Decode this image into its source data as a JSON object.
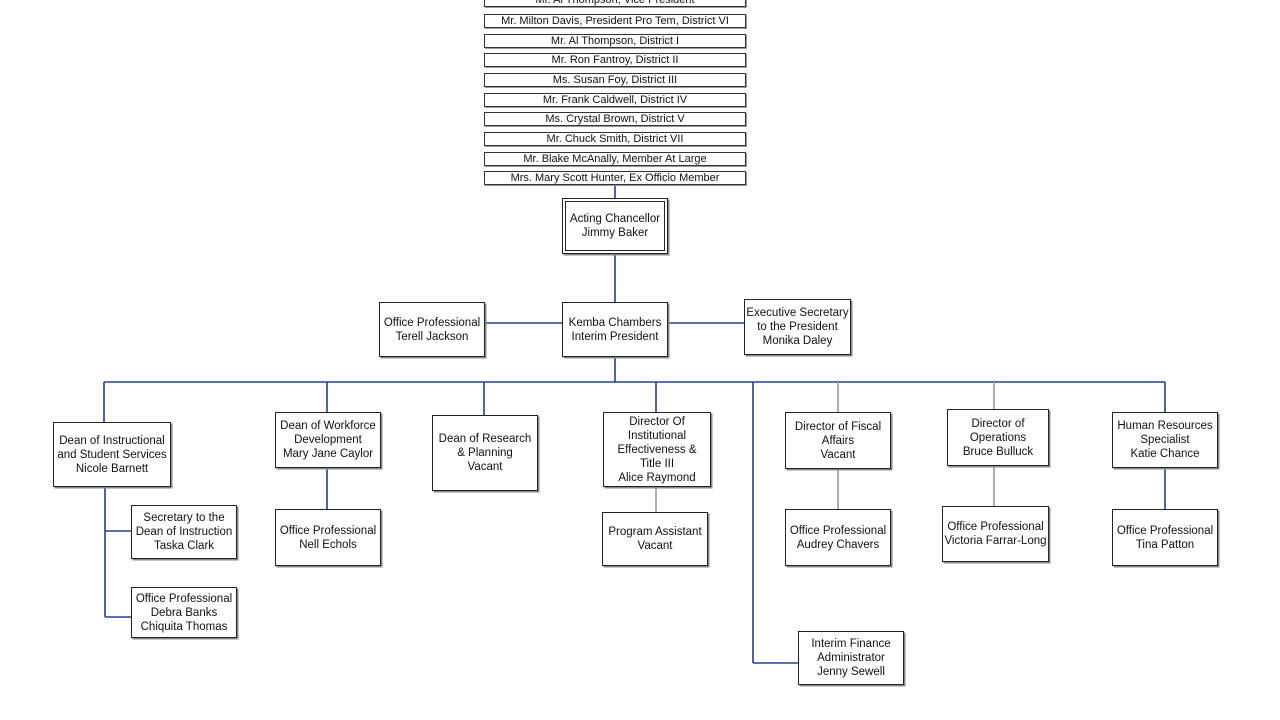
{
  "board_members": [
    "Mr. Al Thompson, Vice President",
    "Mr. Milton Davis, President Pro Tem, District VI",
    "Mr. Al Thompson, District I",
    "Mr. Ron Fantroy, District II",
    "Ms. Susan Foy, District III",
    "Mr. Frank Caldwell, District IV",
    "Ms. Crystal Brown, District V",
    "Mr. Chuck Smith, District VII",
    "Mr. Blake McAnally, Member At Large",
    "Mrs. Mary Scott Hunter, Ex Officio Member"
  ],
  "positions": {
    "chancellor": [
      "Acting Chancellor",
      "Jimmy Baker"
    ],
    "president": [
      "Kemba Chambers",
      "Interim President"
    ],
    "office_terell": [
      "Office Professional",
      "Terell Jackson"
    ],
    "exec_secretary": [
      "Executive Secretary",
      "to the President",
      "Monika Daley"
    ],
    "dean_instructional": [
      "Dean of Instructional",
      "and Student Services",
      "Nicole Barnett"
    ],
    "secretary_dean": [
      "Secretary to the",
      "Dean of Instruction",
      "Taska Clark"
    ],
    "office_debra": [
      "Office Professional",
      "Debra Banks",
      "Chiquita Thomas"
    ],
    "dean_workforce": [
      "Dean of Workforce",
      "Development",
      "Mary Jane Caylor"
    ],
    "office_nell": [
      "Office Professional",
      "Nell Echols"
    ],
    "dean_research": [
      "Dean of Research",
      "& Planning",
      "Vacant"
    ],
    "director_ie": [
      "Director Of",
      "Institutional",
      "Effectiveness &",
      "Title III",
      "Alice Raymond"
    ],
    "program_assistant": [
      "Program Assistant",
      "Vacant"
    ],
    "interim_finance": [
      "Interim Finance",
      "Administrator",
      "Jenny Sewell"
    ],
    "director_fiscal": [
      "Director of Fiscal",
      "Affairs",
      "Vacant"
    ],
    "office_audrey": [
      "Office Professional",
      "Audrey Chavers"
    ],
    "director_operations": [
      "Director of",
      "Operations",
      "Bruce Bulluck"
    ],
    "office_victoria": [
      "Office Professional",
      "Victoria Farrar-Long"
    ],
    "hr_specialist": [
      "Human Resources",
      "Specialist",
      "Katie Chance"
    ],
    "office_tina": [
      "Office Professional",
      "Tina Patton"
    ]
  },
  "colors": {
    "connector": "#24408e",
    "connector_gray": "#999999",
    "border": "#222222"
  }
}
